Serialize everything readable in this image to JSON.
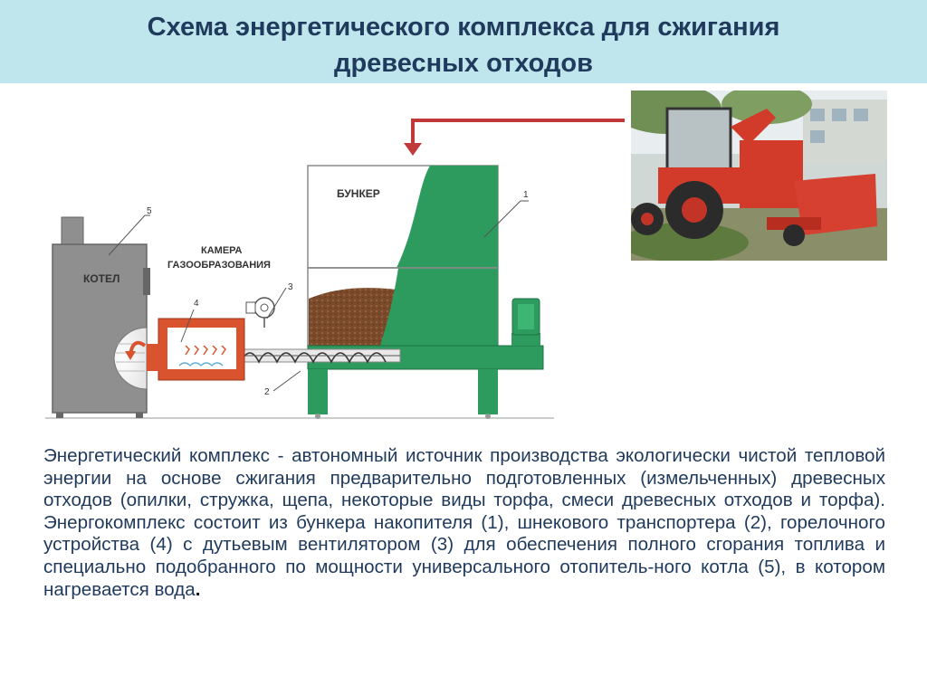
{
  "header": {
    "title_line1": "Схема энергетического комплекса для сжигания",
    "title_line2": "древесных отходов"
  },
  "diagram": {
    "labels": {
      "bunker": "БУНКЕР",
      "chamber_line1": "КАМЕРА",
      "chamber_line2": "ГАЗООБРАЗОВАНИЯ",
      "boiler": "КОТЕЛ"
    },
    "callouts": [
      "1",
      "2",
      "3",
      "4",
      "5"
    ]
  },
  "description": {
    "text": "Энергетический комплекс - автономный источник производства экологически чистой тепловой энергии на основе сжигания предварительно подготовленных (измельченных) древесных отходов (опилки, стружка, щепа, некоторые виды торфа, смеси древесных отходов и торфа). Энергокомплекс состоит из бункера накопителя (1), шнекового транспортера (2), горелочного устройства (4) с дутьевым вентилятором (3) для обеспечения полного сгорания топлива и специально подобранного по мощности универсального отопитель-ного котла (5), в котором нагревается вода",
    "end_mark": "."
  },
  "colors": {
    "title_bg": "#bfe6ec",
    "title_text": "#1f3a5c",
    "bunker_green": "#2e9b5e",
    "boiler_gray": "#8f8f8f",
    "burner_red": "#d9532f",
    "arrow_red": "#c0393b",
    "fuel_brown": "#7a4a2b"
  }
}
